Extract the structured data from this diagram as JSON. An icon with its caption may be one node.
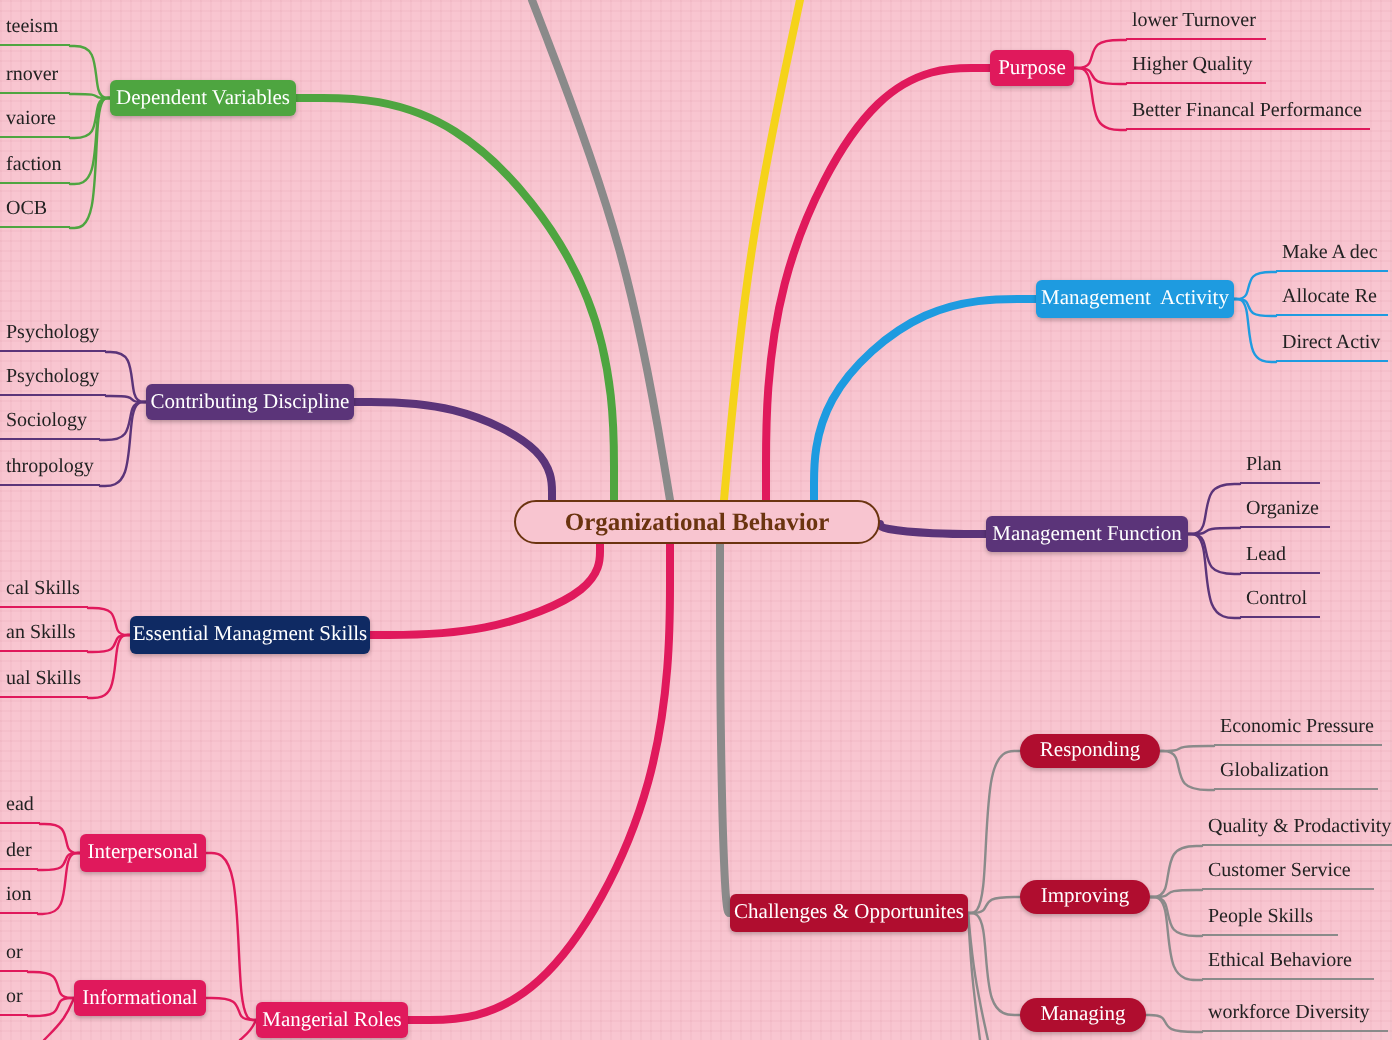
{
  "diagram": {
    "nodes": [
      {
        "text": [
          "Organizational Behavior"
        ]
      },
      {
        "text": [
          "Dependent Variables"
        ]
      },
      {
        "text": [
          "teeism"
        ]
      },
      {
        "text": [
          "rnover"
        ]
      },
      {
        "text": [
          "vaiore"
        ]
      },
      {
        "text": [
          "faction"
        ]
      },
      {
        "text": [
          "OCB"
        ]
      },
      {
        "text": [
          "Contributing Discipline"
        ]
      },
      {
        "text": [
          "Psychology"
        ]
      },
      {
        "text": [
          "Psychology"
        ]
      },
      {
        "text": [
          "Sociology"
        ]
      },
      {
        "text": [
          "thropology"
        ]
      },
      {
        "text": [
          "Essential Managment Skills"
        ]
      },
      {
        "text": [
          "cal Skills"
        ]
      },
      {
        "text": [
          "an Skills"
        ]
      },
      {
        "text": [
          "ual Skills"
        ]
      },
      {
        "text": [
          "Mangerial Roles"
        ]
      },
      {
        "text": [
          "Interpersonal"
        ]
      },
      {
        "text": [
          "ead"
        ]
      },
      {
        "text": [
          "der"
        ]
      },
      {
        "text": [
          "ion"
        ]
      },
      {
        "text": [
          "Informational"
        ]
      },
      {
        "text": [
          "or"
        ]
      },
      {
        "text": [
          "or"
        ]
      },
      {
        "text": [
          "Purpose"
        ]
      },
      {
        "text": [
          "lower Turnover"
        ]
      },
      {
        "text": [
          "Higher Quality"
        ]
      },
      {
        "text": [
          "Better Financal Performance"
        ]
      },
      {
        "text": [
          "Management  Activity"
        ]
      },
      {
        "text": [
          "Make A dec"
        ]
      },
      {
        "text": [
          "Allocate Re"
        ]
      },
      {
        "text": [
          "Direct Activ"
        ]
      },
      {
        "text": [
          "Management Function"
        ]
      },
      {
        "text": [
          "Plan"
        ]
      },
      {
        "text": [
          "Organize"
        ]
      },
      {
        "text": [
          "Lead"
        ]
      },
      {
        "text": [
          "Control"
        ]
      },
      {
        "text": [
          "Challenges & Opportunites"
        ]
      },
      {
        "text": [
          "Responding"
        ]
      },
      {
        "text": [
          "Economic Pressure"
        ]
      },
      {
        "text": [
          "Globalization"
        ]
      },
      {
        "text": [
          "Improving"
        ]
      },
      {
        "text": [
          "Quality & Prodactivity"
        ]
      },
      {
        "text": [
          "Customer Service"
        ]
      },
      {
        "text": [
          "People Skills"
        ]
      },
      {
        "text": [
          "Ethical Behaviore"
        ]
      },
      {
        "text": [
          "Managing"
        ]
      },
      {
        "text": [
          "workforce Diversity"
        ]
      }
    ],
    "edges": [
      {
        "from": 0,
        "to": 1,
        "arrow": "none",
        "style": "thick",
        "color": "#4ea540"
      },
      {
        "from": 1,
        "to": 2,
        "arrow": "none",
        "color": "#4ea540"
      },
      {
        "from": 1,
        "to": 3,
        "arrow": "none",
        "color": "#4ea540"
      },
      {
        "from": 1,
        "to": 4,
        "arrow": "none",
        "color": "#4ea540"
      },
      {
        "from": 1,
        "to": 5,
        "arrow": "none",
        "color": "#4ea540"
      },
      {
        "from": 1,
        "to": 6,
        "arrow": "none",
        "color": "#4ea540"
      },
      {
        "from": 0,
        "to": 7,
        "arrow": "none",
        "style": "thick",
        "color": "#5b3479"
      },
      {
        "from": 7,
        "to": 8,
        "arrow": "none",
        "color": "#5b3479"
      },
      {
        "from": 7,
        "to": 9,
        "arrow": "none",
        "color": "#5b3479"
      },
      {
        "from": 7,
        "to": 10,
        "arrow": "none",
        "color": "#5b3479"
      },
      {
        "from": 7,
        "to": 11,
        "arrow": "none",
        "color": "#5b3479"
      },
      {
        "from": 0,
        "to": 12,
        "arrow": "none",
        "style": "thick",
        "color": "#e0195c"
      },
      {
        "from": 12,
        "to": 13,
        "arrow": "none",
        "color": "#e0195c"
      },
      {
        "from": 12,
        "to": 14,
        "arrow": "none",
        "color": "#e0195c"
      },
      {
        "from": 12,
        "to": 15,
        "arrow": "none",
        "color": "#e0195c"
      },
      {
        "from": 0,
        "to": 16,
        "arrow": "none",
        "style": "thick",
        "color": "#e0195c"
      },
      {
        "from": 16,
        "to": 17,
        "arrow": "none",
        "color": "#e0195c"
      },
      {
        "from": 17,
        "to": 18,
        "arrow": "none",
        "color": "#e0195c"
      },
      {
        "from": 17,
        "to": 19,
        "arrow": "none",
        "color": "#e0195c"
      },
      {
        "from": 17,
        "to": 20,
        "arrow": "none",
        "color": "#e0195c"
      },
      {
        "from": 16,
        "to": 21,
        "arrow": "none",
        "color": "#e0195c"
      },
      {
        "from": 21,
        "to": 22,
        "arrow": "none",
        "color": "#e0195c"
      },
      {
        "from": 21,
        "to": 23,
        "arrow": "none",
        "color": "#e0195c"
      },
      {
        "from": 21,
        "to": null,
        "arrow": "none",
        "color": "#e0195c"
      },
      {
        "from": 16,
        "to": null,
        "arrow": "none",
        "color": "#e0195c"
      },
      {
        "from": 0,
        "to": 24,
        "arrow": "none",
        "style": "thick",
        "color": "#e0195c"
      },
      {
        "from": 24,
        "to": 25,
        "arrow": "none",
        "color": "#e0195c"
      },
      {
        "from": 24,
        "to": 26,
        "arrow": "none",
        "color": "#e0195c"
      },
      {
        "from": 24,
        "to": 27,
        "arrow": "none",
        "color": "#e0195c"
      },
      {
        "from": 0,
        "to": 28,
        "arrow": "none",
        "style": "thick",
        "color": "#1e9be0"
      },
      {
        "from": 28,
        "to": 29,
        "arrow": "none",
        "color": "#1e9be0"
      },
      {
        "from": 28,
        "to": 30,
        "arrow": "none",
        "color": "#1e9be0"
      },
      {
        "from": 28,
        "to": 31,
        "arrow": "none",
        "color": "#1e9be0"
      },
      {
        "from": 0,
        "to": 32,
        "arrow": "none",
        "style": "thick",
        "color": "#5b3479"
      },
      {
        "from": 32,
        "to": 33,
        "arrow": "none",
        "color": "#5b3479"
      },
      {
        "from": 32,
        "to": 34,
        "arrow": "none",
        "color": "#5b3479"
      },
      {
        "from": 32,
        "to": 35,
        "arrow": "none",
        "color": "#5b3479"
      },
      {
        "from": 32,
        "to": 36,
        "arrow": "none",
        "color": "#5b3479"
      },
      {
        "from": 0,
        "to": 37,
        "arrow": "none",
        "style": "thick",
        "color": "#8a8a8a"
      },
      {
        "from": 37,
        "to": 38,
        "arrow": "none",
        "color": "#8a8a8a"
      },
      {
        "from": 38,
        "to": 39,
        "arrow": "none",
        "color": "#8a8a8a"
      },
      {
        "from": 38,
        "to": 40,
        "arrow": "none",
        "color": "#8a8a8a"
      },
      {
        "from": 37,
        "to": 41,
        "arrow": "none",
        "color": "#8a8a8a"
      },
      {
        "from": 41,
        "to": 42,
        "arrow": "none",
        "color": "#8a8a8a"
      },
      {
        "from": 41,
        "to": 43,
        "arrow": "none",
        "color": "#8a8a8a"
      },
      {
        "from": 41,
        "to": 44,
        "arrow": "none",
        "color": "#8a8a8a"
      },
      {
        "from": 41,
        "to": 45,
        "arrow": "none",
        "color": "#8a8a8a"
      },
      {
        "from": 37,
        "to": 46,
        "arrow": "none",
        "color": "#8a8a8a"
      },
      {
        "from": 46,
        "to": 47,
        "arrow": "none",
        "color": "#8a8a8a"
      },
      {
        "from": 37,
        "to": null,
        "arrow": "none",
        "color": "#8a8a8a"
      },
      {
        "from": 37,
        "to": null,
        "arrow": "none",
        "color": "#8a8a8a"
      },
      {
        "from": 0,
        "to": null,
        "arrow": "none",
        "style": "thick",
        "color": "#8a8a8a"
      },
      {
        "from": 0,
        "to": null,
        "arrow": "none",
        "style": "thick",
        "color": "#f5d31a"
      }
    ]
  }
}
